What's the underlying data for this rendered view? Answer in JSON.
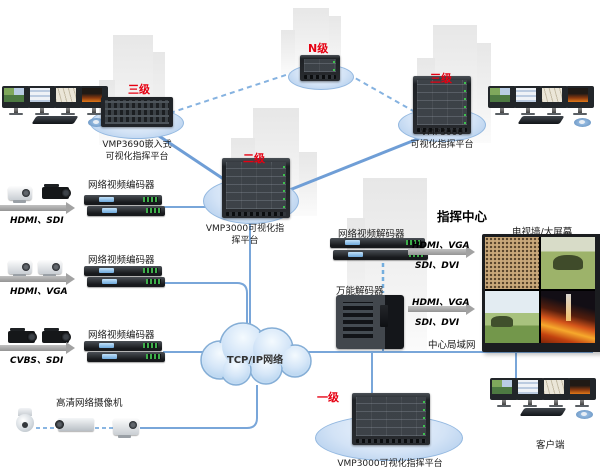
{
  "tiers": {
    "n": "N级",
    "three_left": "三级",
    "three_right": "三级",
    "two": "二级",
    "one": "一级"
  },
  "platforms": {
    "vmp3690": "VMP3690嵌入式\n可视化指挥平台",
    "vmp3000_l3": "VMP3000\n可视化指挥平台",
    "vmp3000_l2": "VMP3000可视化指\n挥平台",
    "vmp3000_l1": "VMP3000可视化指挥平台"
  },
  "encoders": [
    {
      "label": "网络视频编码器",
      "interface": "HDMI、SDI"
    },
    {
      "label": "网络视频编码器",
      "interface": "HDMI、VGA"
    },
    {
      "label": "网络视频编码器",
      "interface": "CVBS、SDI"
    }
  ],
  "network": {
    "cloud": "TCP/IP网络",
    "lan": "中心局域网"
  },
  "cameras": {
    "hd_label": "高清网络摄像机"
  },
  "command_center": {
    "title": "指挥中心",
    "decoder": "网络视频解码器",
    "universal_decoder": "万能解码器",
    "wall": "电视墙/大屏幕",
    "client": "客户端",
    "link_top": {
      "upper": "HDMI、VGA",
      "lower": "SDI、DVI"
    },
    "link_bottom": {
      "upper": "HDMI、VGA",
      "lower": "SDI、DVI"
    }
  },
  "colors": {
    "tier_red": "#e60012",
    "line_blue": "#79a6d9",
    "cloud_fill": "#d5e6f8",
    "platform_fill": "#cbdef3"
  }
}
